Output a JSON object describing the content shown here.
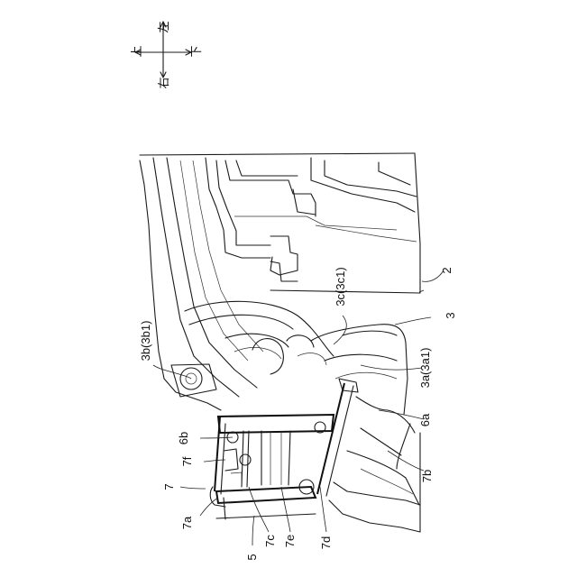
{
  "compass": {
    "up": "上",
    "down": "下",
    "left": "左",
    "right": "右"
  },
  "labels": {
    "l2": "2",
    "l3": "3",
    "l3a": "3a(3a1)",
    "l3b": "3b(3b1)",
    "l3c": "3c(3c1)",
    "l5": "5",
    "l6a": "6a",
    "l6b": "6b",
    "l7": "7",
    "l7a": "7a",
    "l7b": "7b",
    "l7c": "7c",
    "l7d": "7d",
    "l7e": "7e",
    "l7f": "7f"
  }
}
